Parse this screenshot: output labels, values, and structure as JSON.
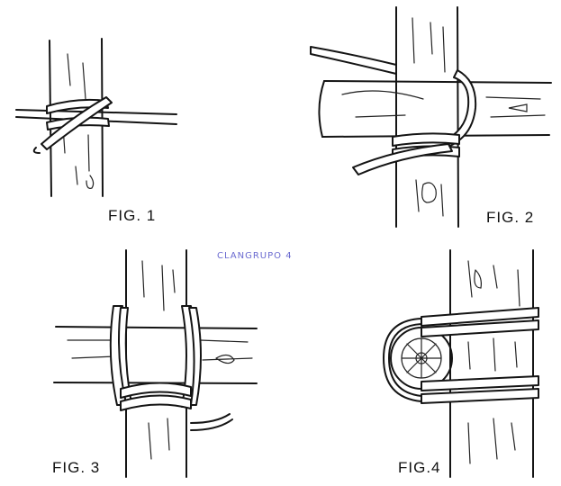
{
  "figures": [
    {
      "id": "fig1",
      "label": "FIG. 1",
      "description_icon": "square-lashing-start-icon"
    },
    {
      "id": "fig2",
      "label": "FIG. 2",
      "description_icon": "square-lashing-wrap-icon"
    },
    {
      "id": "fig3",
      "label": "FIG. 3",
      "description_icon": "square-lashing-frap-icon"
    },
    {
      "id": "fig4",
      "label": "FIG.4",
      "description_icon": "round-lashing-icon"
    }
  ],
  "watermark": {
    "text": "CLANGRUPO 4",
    "color": "#6a6ad0"
  },
  "colors": {
    "ink": "#141414",
    "paper": "#ffffff"
  }
}
